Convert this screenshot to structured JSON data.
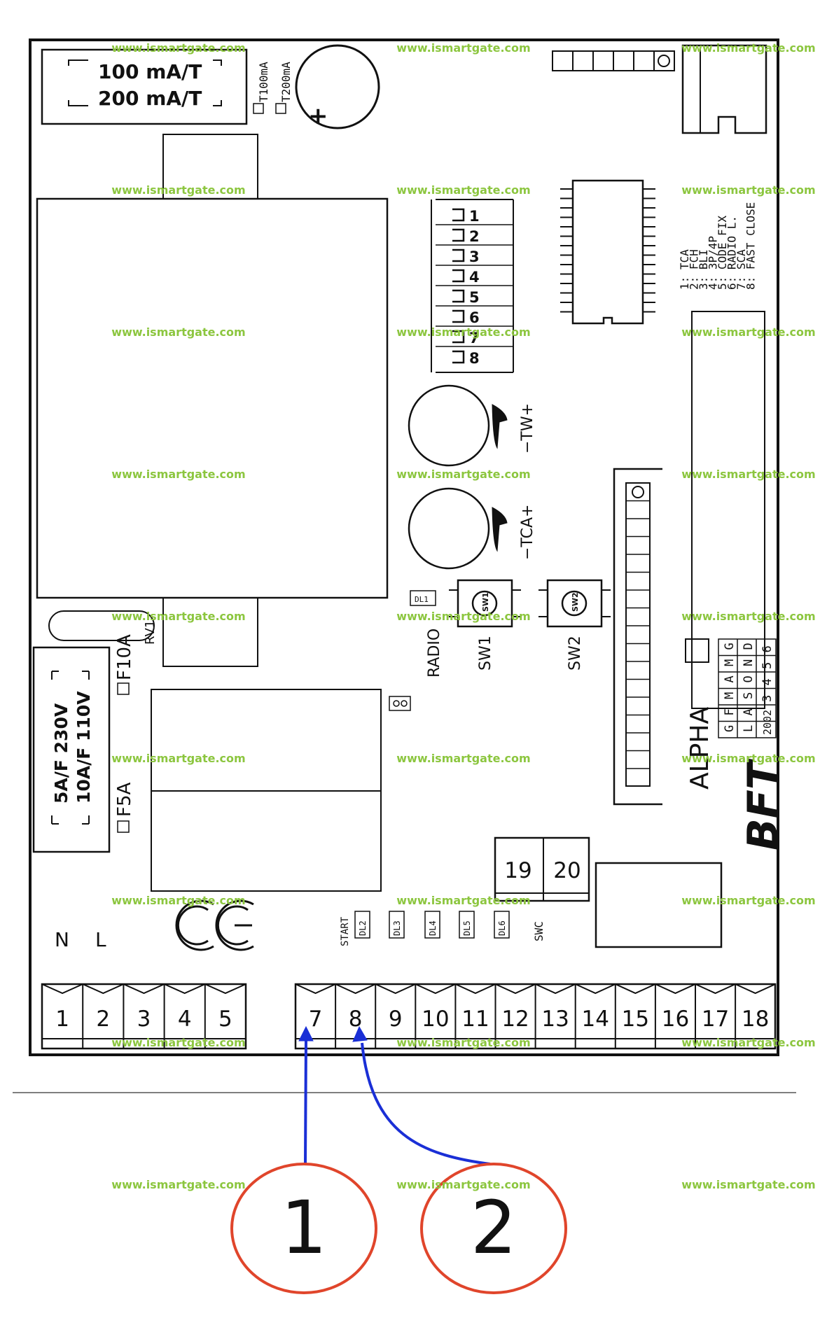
{
  "fuse_top": {
    "line1": "100 mA/T",
    "line2": "200 mA/T",
    "opt1": "T100mA",
    "opt2": "T200mA",
    "cap_plus": "+"
  },
  "dip_switch": {
    "numbers": [
      "1",
      "2",
      "3",
      "4",
      "5",
      "6",
      "7",
      "8"
    ]
  },
  "dip_legend": [
    "1: TCA",
    "2: FCH",
    "3: BLI",
    "4: 3P/4P",
    "5: CODE FIX",
    "6: RADIO L.",
    "7: SCA",
    "8: FAST CLOSE"
  ],
  "trimmers": {
    "tw": "−TW+",
    "tca": "−TCA+"
  },
  "leds": {
    "dl1": "DL1",
    "dl2": "DL2",
    "dl3": "DL3",
    "dl4": "DL4",
    "dl5": "DL5",
    "dl6": "DL6"
  },
  "labels": {
    "radio": "RADIO",
    "sw1_label": "SW1",
    "sw2_label": "SW2",
    "sw1_btn": "SW1",
    "sw2_btn": "SW2",
    "start": "START",
    "swc": "SWC",
    "rv1": "RV1",
    "alpha": "ALPHA",
    "bft": "BFT",
    "n": "N",
    "l": "L",
    "ce": "CE"
  },
  "mains_fuse": {
    "line1": "5A/F  230V",
    "line2": "10A/F 110V",
    "opt1": "F5A",
    "opt2": "F10A"
  },
  "model_table": {
    "row1": [
      "G",
      "F",
      "M",
      "A",
      "M",
      "G"
    ],
    "row2": [
      "L",
      "A",
      "S",
      "O",
      "N",
      "D"
    ],
    "row3": [
      "2002",
      "3",
      "4",
      "5",
      "6"
    ]
  },
  "terminals_left": [
    "1",
    "2",
    "3",
    "4",
    "5"
  ],
  "terminals_right": [
    "7",
    "8",
    "9",
    "10",
    "11",
    "12",
    "13",
    "14",
    "15",
    "16",
    "17",
    "18"
  ],
  "terminals_small": [
    "19",
    "20"
  ],
  "callouts": [
    "1",
    "2"
  ],
  "watermark": "www.ismartgate.com",
  "colors": {
    "wire": "#1a2fd6",
    "callout": "#e0452b",
    "watermark": "#8cc63f"
  }
}
